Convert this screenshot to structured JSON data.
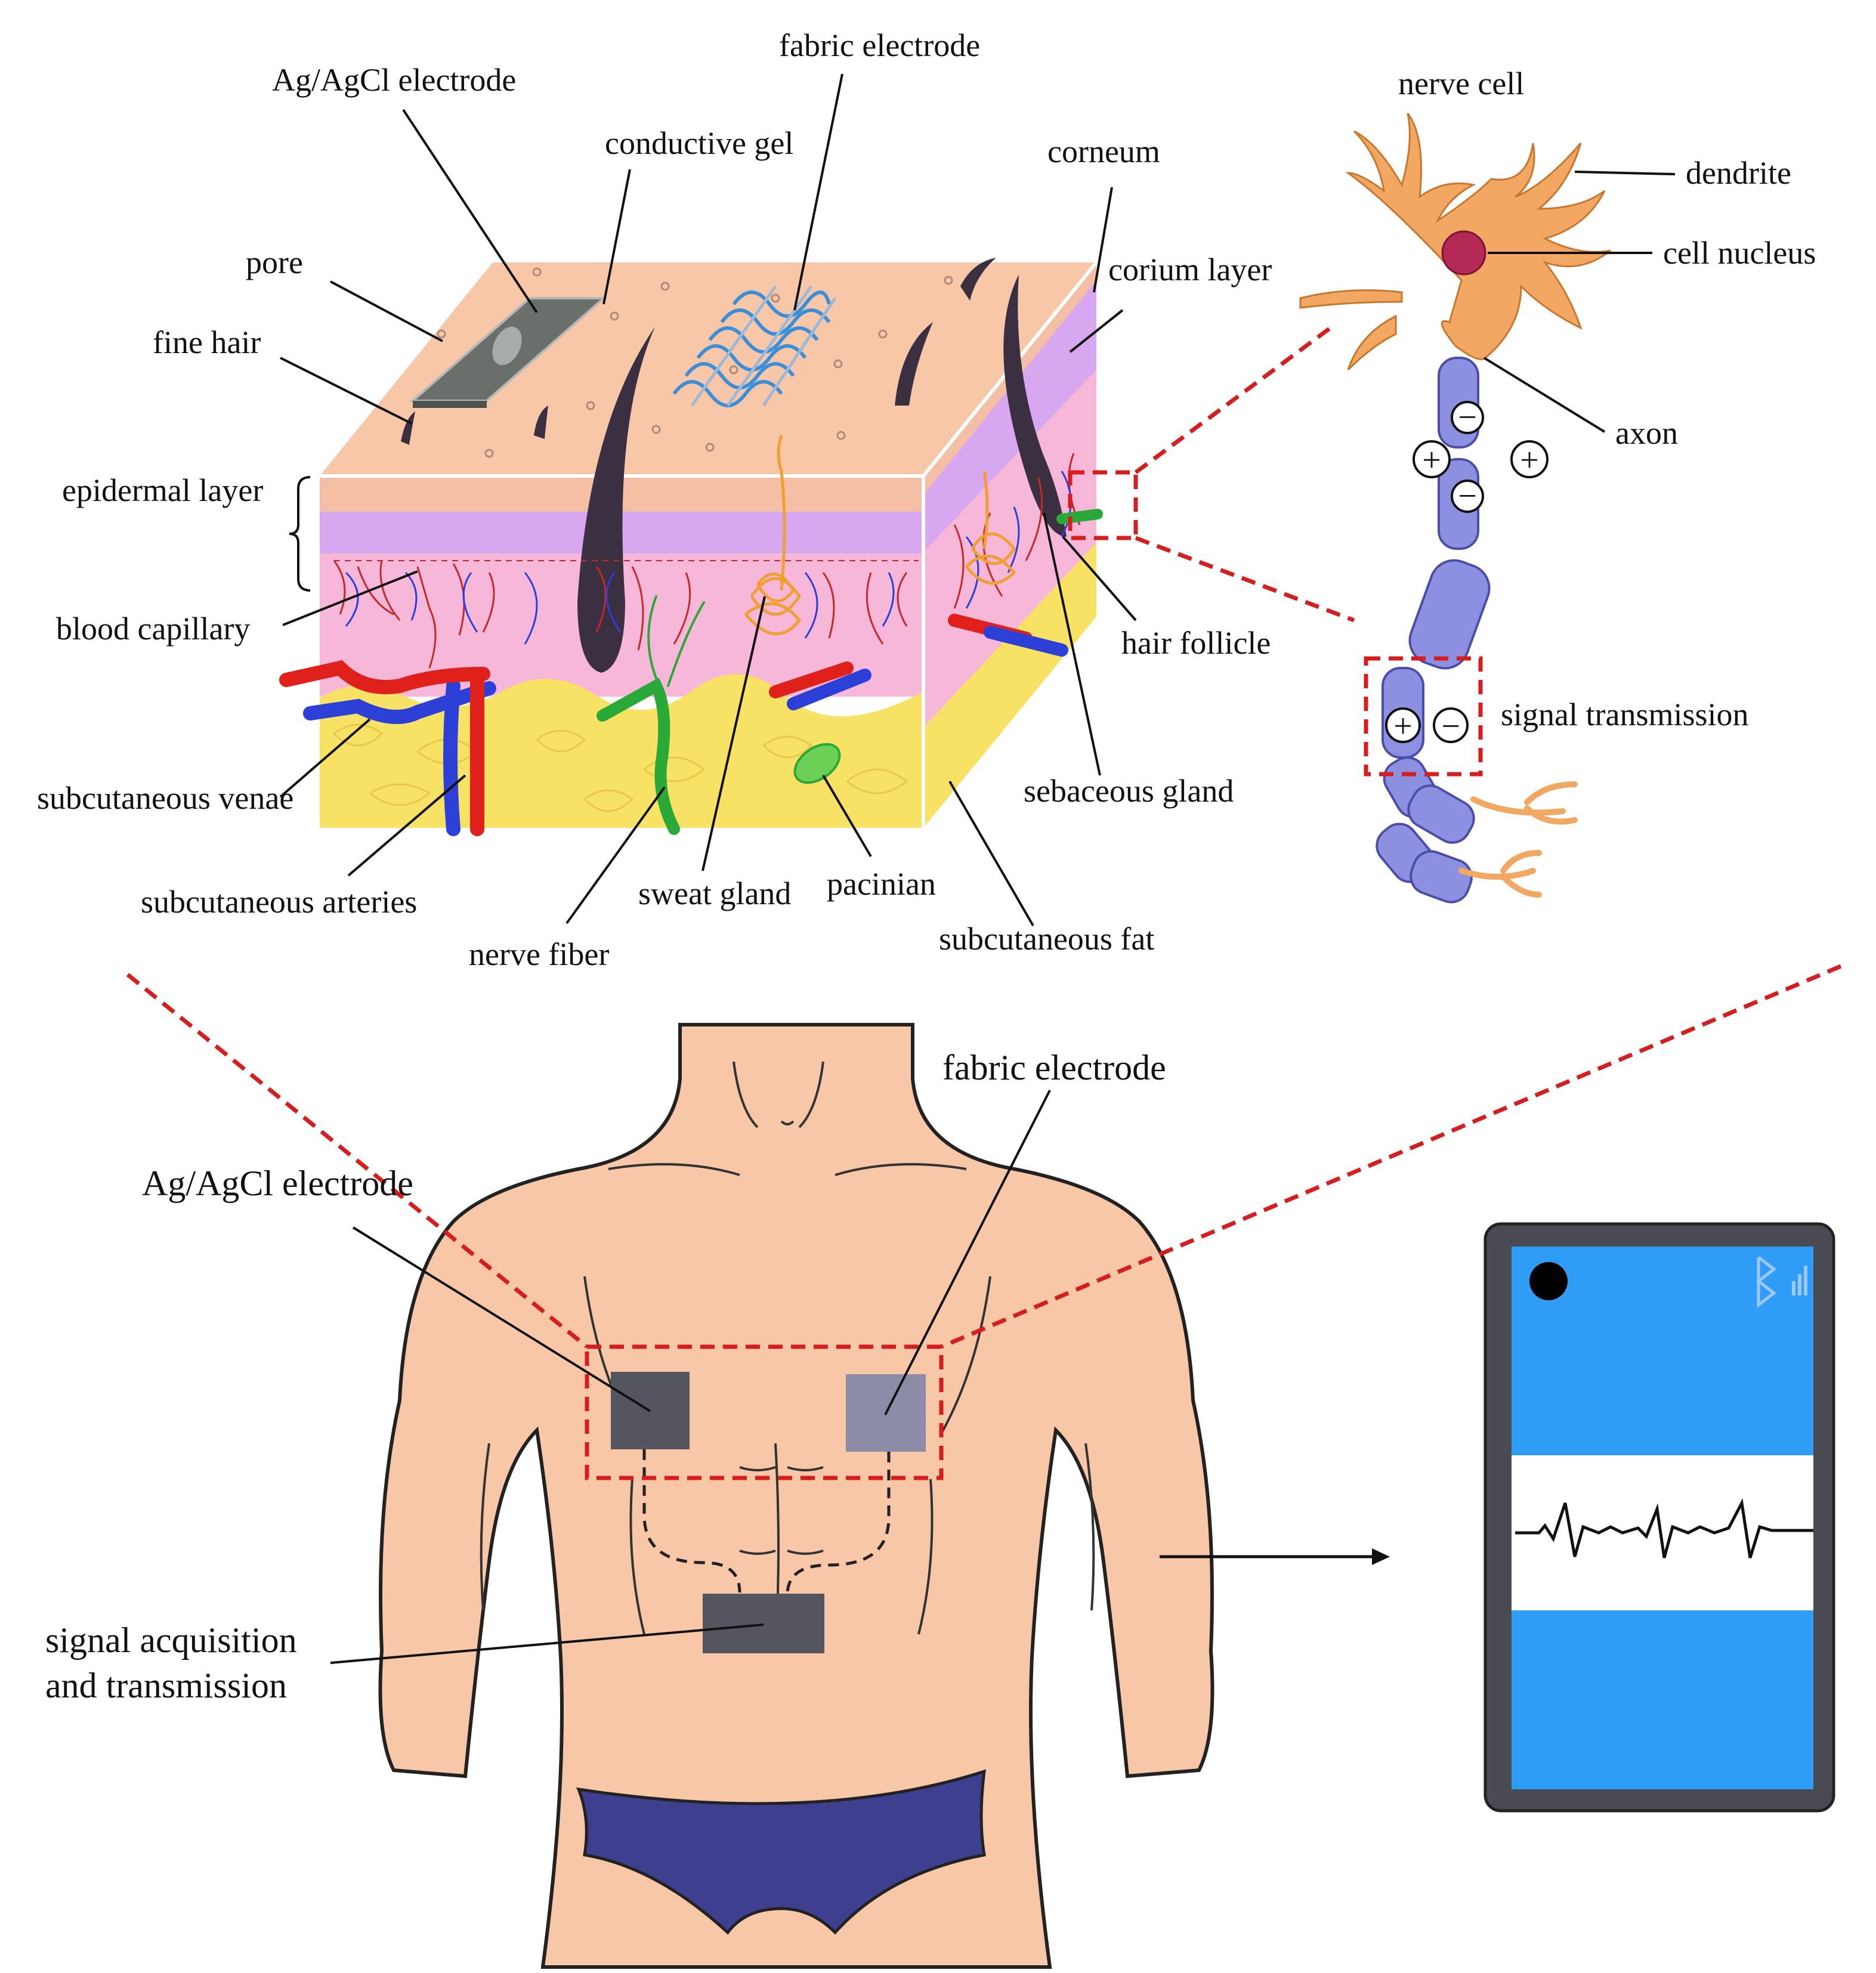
{
  "labels": {
    "fabric_electrode_top": "fabric electrode",
    "agagcl_electrode_top": "Ag/AgCl electrode",
    "conductive_gel": "conductive gel",
    "corneum": "corneum",
    "corium_layer": "corium layer",
    "pore": "pore",
    "fine_hair": "fine hair",
    "epidermal_layer": "epidermal layer",
    "blood_capillary": "blood capillary",
    "hair_follicle": "hair follicle",
    "subcutaneous_venae": "subcutaneous venae",
    "sebaceous_gland": "sebaceous gland",
    "subcutaneous_arteries": "subcutaneous arteries",
    "sweat_gland": "sweat gland",
    "pacinian": "pacinian",
    "subcutaneous_fat": "subcutaneous fat",
    "nerve_fiber": "nerve fiber",
    "nerve_cell": "nerve cell",
    "dendrite": "dendrite",
    "cell_nucleus": "cell nucleus",
    "axon": "axon",
    "signal_transmission": "signal transmission",
    "fabric_electrode_bottom": "fabric electrode",
    "agagcl_electrode_bottom": "Ag/AgCl electrode",
    "signal_acq_line1": "signal acquisition",
    "signal_acq_line2": "and transmission"
  },
  "symbols": {
    "plus": "+",
    "minus": "−"
  },
  "colors": {
    "skin": "#f7c7a8",
    "epidermis_violet": "#d7a8ef",
    "dermis_pink": "#f6b7d9",
    "fat_yellow": "#f8e265",
    "hair": "#3b3042",
    "artery_red": "#e0201b",
    "vein_blue": "#2c3fd6",
    "nerve_green": "#2aa838",
    "neuron_orange": "#f2a863",
    "axon_purple": "#8d8fe0",
    "nucleus": "#b52956",
    "agagcl_gray": "#55555f",
    "fabric_gray": "#8c8ca8",
    "fabric_mesh_blue": "#3a8fd8",
    "underwear_navy": "#3e3f8f",
    "device_frame": "#4a4a52",
    "device_screen": "#2f9cf5",
    "highlight_red": "#d71e1e"
  },
  "icons": [
    "bluetooth-icon",
    "signal-bars-icon",
    "camera-dot-icon",
    "arrow-right-icon"
  ]
}
